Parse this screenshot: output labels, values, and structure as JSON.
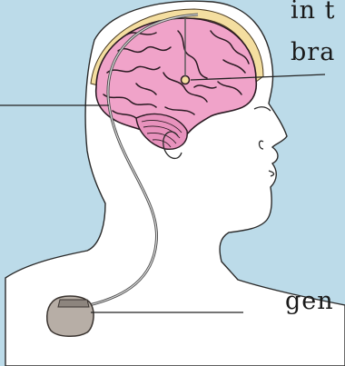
{
  "labels": {
    "electrodes_line1": "in t",
    "electrodes_line2": "bra",
    "generator": "gen"
  },
  "colors": {
    "background": "#bcdbe9",
    "skin": "#ffffff",
    "brain": "#f0a3c9",
    "brain_outline": "#2a1a22",
    "skull_band": "#f4dea0",
    "generator": "#b7aea6",
    "lead_wire": "#555555"
  }
}
